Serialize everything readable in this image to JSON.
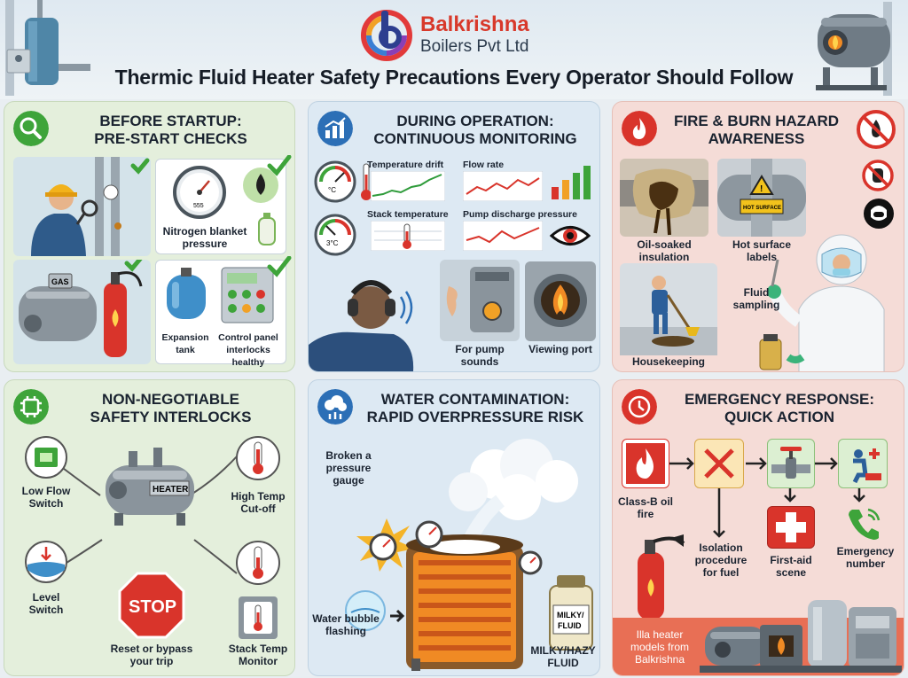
{
  "brand": {
    "name": "Balkrishna",
    "subtitle": "Boilers Pvt Ltd"
  },
  "page_title": "Thermic Fluid Heater Safety Precautions Every Operator Should Follow",
  "panels": {
    "before_startup": {
      "title_line1": "BEFORE STARTUP:",
      "title_line2": "PRE-START CHECKS",
      "labels": {
        "nitrogen": "Nitrogen blanket pressure",
        "expansion": "Expansion tank",
        "control": "Control panel interlocks healthy",
        "gas": "GAS",
        "gauge_text": "555"
      }
    },
    "during_operation": {
      "title_line1": "DURING OPERATION:",
      "title_line2": "CONTINUOUS MONITORING",
      "labels": {
        "temp_drift": "Temperature drift",
        "flow_rate": "Flow rate",
        "stack_temp": "Stack temperature",
        "pump_pressure": "Pump discharge pressure",
        "pump_sounds": "For pump sounds",
        "viewing_port": "Viewing port",
        "gauge1": "°C",
        "gauge2": "3°C"
      }
    },
    "fire_burn": {
      "title_line1": "FIRE & BURN HAZARD",
      "title_line2": "AWARENESS",
      "labels": {
        "oil_soaked": "Oil-soaked insulation",
        "hot_surface": "Hot surface labels",
        "housekeeping": "Housekeeping",
        "fluid_sampling": "Fluid sampling",
        "hot_sign": "HOT SURFACE"
      }
    },
    "interlocks": {
      "title_line1": "NON-NEGOTIABLE",
      "title_line2": "SAFETY INTERLOCKS",
      "labels": {
        "low_flow": "Low Flow Switch",
        "level": "Level Switch",
        "high_temp": "High Temp Cut-off",
        "stack_temp": "Stack Temp Monitor",
        "reset": "Reset or bypass your trip",
        "heater": "HEATER",
        "stop": "STOP"
      }
    },
    "water": {
      "title_line1": "WATER CONTAMINATION:",
      "title_line2": "RAPID OVERPRESSURE RISK",
      "labels": {
        "broken_gauge": "Broken a pressure gauge",
        "water_bubble": "Water bubble flashing",
        "milky_bottle": "MILKY/ FLUID",
        "milky_caption": "MILKY/HAZY FLUID"
      }
    },
    "emergency": {
      "title_line1": "EMERGENCY RESPONSE:",
      "title_line2": "QUICK ACTION",
      "labels": {
        "class_b": "Class-B oil fire",
        "isolation": "Isolation procedure for fuel",
        "first_aid": "First-aid scene",
        "emergency_number": "Emergency number",
        "models": "Illa heater models from Balkrishna"
      }
    }
  },
  "colors": {
    "green_panel": "#e4efdc",
    "blue_panel": "#dde9f3",
    "red_panel": "#f5dcd7",
    "brand_red": "#d8392b",
    "check_green": "#3ea43a"
  },
  "icons": [
    "search-icon",
    "chart-icon",
    "flame-icon",
    "chip-icon",
    "steam-icon",
    "clock-icon",
    "no-fire-icon",
    "no-touch-icon",
    "face-shield-icon",
    "eye-icon",
    "phone-icon"
  ]
}
